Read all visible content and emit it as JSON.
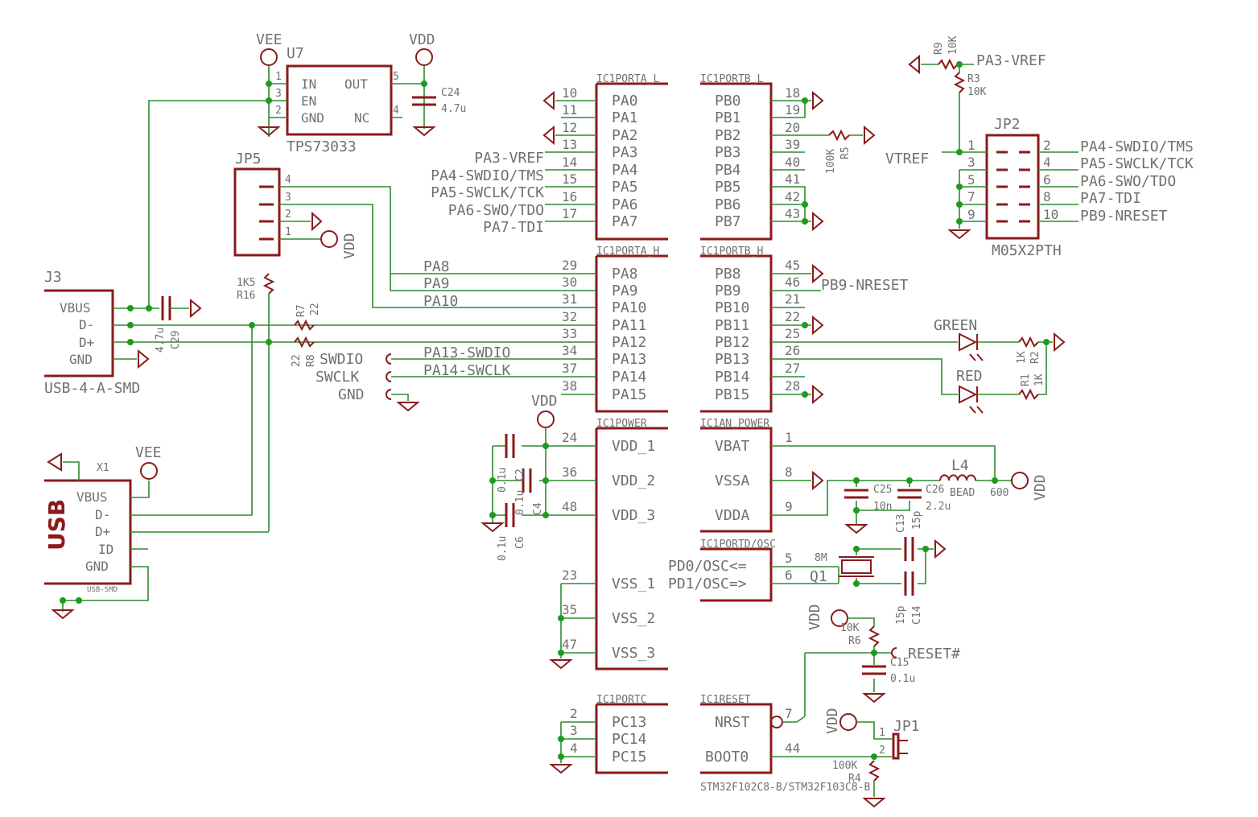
{
  "colors": {
    "symbol": "#8b1a1a",
    "wire": "#2e8b2e",
    "junction": "#1f9a1f",
    "text": "#707070",
    "background": "#ffffff"
  },
  "u7": {
    "ref": "U7",
    "value": "TPS73033",
    "pins": [
      "IN",
      "OUT",
      "EN",
      "GND",
      "NC"
    ],
    "pin_numbers": [
      "1",
      "3",
      "2",
      "5",
      "4"
    ],
    "supply_in": "VEE",
    "supply_out": "VDD"
  },
  "c24": {
    "ref": "C24",
    "value": "4.7u"
  },
  "jp5": {
    "ref": "JP5",
    "pins": [
      "4",
      "3",
      "2",
      "1"
    ],
    "supply": "VDD"
  },
  "j3": {
    "ref": "J3",
    "value": "USB-4-A-SMD",
    "pins": [
      "VBUS",
      "D-",
      "D+",
      "GND"
    ]
  },
  "c29": {
    "ref": "C29",
    "value": "4.7u"
  },
  "r16": {
    "ref": "R16",
    "value": "1K5"
  },
  "r7": {
    "ref": "R7",
    "value": "22"
  },
  "r8": {
    "ref": "R8",
    "value": "22"
  },
  "x1": {
    "ref": "X1",
    "label": "USB",
    "value": "USB-SMD",
    "pins": [
      "VBUS",
      "D-",
      "D+",
      "ID",
      "GND"
    ],
    "supply": "VEE"
  },
  "swd": {
    "labels": [
      "SWDIO",
      "SWCLK",
      "GND"
    ]
  },
  "porta_l": {
    "title": "IC1PORTA_L",
    "pins": [
      "PA0",
      "PA1",
      "PA2",
      "PA3",
      "PA4",
      "PA5",
      "PA6",
      "PA7"
    ],
    "numbers": [
      "10",
      "11",
      "12",
      "13",
      "14",
      "15",
      "16",
      "17"
    ],
    "nets": [
      "PA3-VREF",
      "PA4-SWDIO/TMS",
      "PA5-SWCLK/TCK",
      "PA6-SWO/TDO",
      "PA7-TDI"
    ]
  },
  "porta_h": {
    "title": "IC1PORTA_H",
    "pins": [
      "PA8",
      "PA9",
      "PA10",
      "PA11",
      "PA12",
      "PA13",
      "PA14",
      "PA15"
    ],
    "numbers": [
      "29",
      "30",
      "31",
      "32",
      "33",
      "34",
      "37",
      "38"
    ],
    "nets": [
      "PA8",
      "PA9",
      "PA10",
      "PA13-SWDIO",
      "PA14-SWCLK"
    ]
  },
  "portb_l": {
    "title": "IC1PORTB_L",
    "pins": [
      "PB0",
      "PB1",
      "PB2",
      "PB3",
      "PB4",
      "PB5",
      "PB6",
      "PB7"
    ],
    "numbers": [
      "18",
      "19",
      "20",
      "39",
      "40",
      "41",
      "42",
      "43"
    ]
  },
  "portb_h": {
    "title": "IC1PORTB_H",
    "pins": [
      "PB8",
      "PB9",
      "PB10",
      "PB11",
      "PB12",
      "PB13",
      "PB14",
      "PB15"
    ],
    "numbers": [
      "45",
      "46",
      "21",
      "22",
      "25",
      "26",
      "27",
      "28"
    ],
    "nets": [
      "PB9-NRESET"
    ]
  },
  "r5": {
    "ref": "R5",
    "value": "100K"
  },
  "power": {
    "title": "IC1POWER",
    "pins": [
      "VDD_1",
      "VDD_2",
      "VDD_3",
      "VSS_1",
      "VSS_2",
      "VSS_3"
    ],
    "numbers": [
      "24",
      "36",
      "48",
      "23",
      "35",
      "47"
    ],
    "supply": "VDD"
  },
  "caps_vdd": [
    {
      "ref": "C2",
      "value": "0.1u"
    },
    {
      "ref": "C4",
      "value": "0.1u"
    },
    {
      "ref": "C6",
      "value": "0.1u"
    }
  ],
  "an_power": {
    "title": "IC1AN_POWER",
    "pins": [
      "VBAT",
      "VSSA",
      "VDDA"
    ],
    "numbers": [
      "1",
      "8",
      "9"
    ]
  },
  "c25": {
    "ref": "C25",
    "value": "10n"
  },
  "c26": {
    "ref": "C26",
    "value": "2.2u"
  },
  "l4": {
    "ref": "L4",
    "value": "BEAD",
    "extra": "600",
    "supply": "VDD"
  },
  "portd": {
    "title": "IC1PORTD/OSC",
    "pins": [
      "PD0/OSC<=",
      "PD1/OSC=>"
    ],
    "numbers": [
      "5",
      "6"
    ]
  },
  "q1": {
    "ref": "Q1",
    "value": "8M"
  },
  "c13": {
    "ref": "C13",
    "value": "15p"
  },
  "c14": {
    "ref": "C14",
    "value": "15p"
  },
  "portc": {
    "title": "IC1PORTC",
    "pins": [
      "PC13",
      "PC14",
      "PC15"
    ],
    "numbers": [
      "2",
      "3",
      "4"
    ]
  },
  "reset": {
    "title": "IC1RESET",
    "pins": [
      "NRST",
      "BOOT0"
    ],
    "numbers": [
      "7",
      "44"
    ],
    "part": "STM32F102C8-B/STM32F103C8-B"
  },
  "r6": {
    "ref": "R6",
    "value": "10K",
    "supply": "VDD"
  },
  "reset_net": "RESET#",
  "c15": {
    "ref": "C15",
    "value": "0.1u"
  },
  "jp1": {
    "ref": "JP1",
    "pins": [
      "1",
      "2"
    ],
    "supply": "VDD"
  },
  "r4": {
    "ref": "R4",
    "value": "100K"
  },
  "jp2": {
    "ref": "JP2",
    "value": "M05X2PTH",
    "vtref": "VTREF",
    "left": [
      "1",
      "3",
      "5",
      "7",
      "9"
    ],
    "right": [
      "2",
      "4",
      "6",
      "8",
      "10"
    ],
    "nets": [
      "PA4-SWDIO/TMS",
      "PA5-SWCLK/TCK",
      "PA6-SWO/TDO",
      "PA7-TDI",
      "PB9-NRESET"
    ]
  },
  "r9": {
    "ref": "R9",
    "value": "10K"
  },
  "r3": {
    "ref": "R3",
    "value": "10K"
  },
  "vref_net": "PA3-VREF",
  "leds": [
    {
      "label": "GREEN"
    },
    {
      "label": "RED"
    }
  ],
  "r1": {
    "ref": "R1",
    "value": "1K"
  },
  "r2": {
    "ref": "R2",
    "value": "1K"
  }
}
